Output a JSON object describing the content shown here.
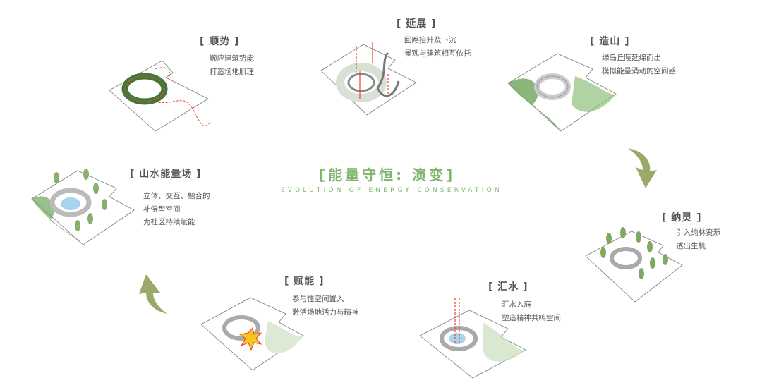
{
  "center": {
    "title": "[能量守恒: 演变]",
    "subtitle": "EVOLUTION OF ENERGY CONSERVATION"
  },
  "stages": [
    {
      "title": "[ 顺势 ]",
      "lines": [
        "顺应建筑势能",
        "打造场地肌理"
      ]
    },
    {
      "title": "[ 延展 ]",
      "lines": [
        "回路抬升及下沉",
        "景观与建筑相互依托"
      ]
    },
    {
      "title": "[ 造山 ]",
      "lines": [
        "绿岛丘陵延绵而出",
        "模拟能量涌动的空间感"
      ]
    },
    {
      "title": "[ 纳灵 ]",
      "lines": [
        "引入纯林资源",
        "透出生机"
      ]
    },
    {
      "title": "[ 汇水 ]",
      "lines": [
        "汇水入庭",
        "塑造精神共鸣空间"
      ]
    },
    {
      "title": "[ 赋能 ]",
      "lines": [
        "参与性空间置入",
        "激活场地活力与精神"
      ]
    },
    {
      "title": "[ 山水能量场 ]",
      "lines": [
        "立体、交互、融合的",
        "补偿型空间",
        "为社区持续赋能"
      ]
    }
  ],
  "colors": {
    "accent_green": "#7fb56c",
    "arrow_green": "#9aa86a",
    "flow_red": "#e8452c",
    "water_blue": "#a9d4f0",
    "text_gray": "#555555"
  }
}
